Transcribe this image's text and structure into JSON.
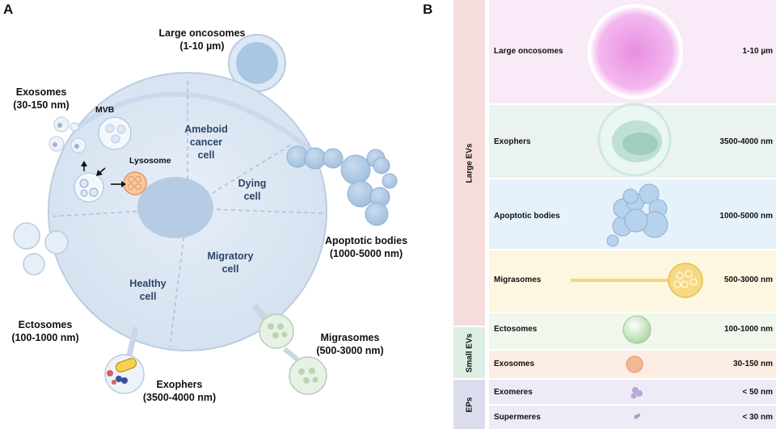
{
  "panels": {
    "a": "A",
    "b": "B"
  },
  "panel_a": {
    "large_oncosomes": {
      "name": "Large oncosomes",
      "size": "(1-10 µm)"
    },
    "exosomes": {
      "name": "Exosomes",
      "size": "(30-150 nm)"
    },
    "mvb": "MVB",
    "lysosome": "Lysosome",
    "ectosomes": {
      "name": "Ectosomes",
      "size": "(100-1000 nm)"
    },
    "exophers": {
      "name": "Exophers",
      "size": "(3500-4000 nm)"
    },
    "migrasomes": {
      "name": "Migrasomes",
      "size": "(500-3000 nm)"
    },
    "apoptotic_bodies": {
      "name": "Apoptotic bodies",
      "size": "(1000-5000 nm)"
    },
    "regions": {
      "ameboid": [
        "Ameboid",
        "cancer",
        "cell"
      ],
      "dying": [
        "Dying",
        "cell"
      ],
      "migratory": [
        "Migratory",
        "cell"
      ],
      "healthy": [
        "Healthy",
        "cell"
      ]
    }
  },
  "panel_b": {
    "groups": [
      "Large EVs",
      "Small EVs",
      "EPs"
    ],
    "rows": [
      {
        "name": "Large oncosomes",
        "size": "1-10 µm",
        "color": "#f8eaf6"
      },
      {
        "name": "Exophers",
        "size": "3500-4000 nm",
        "color": "#eaf3ef"
      },
      {
        "name": "Apoptotic bodies",
        "size": "1000-5000 nm",
        "color": "#e6f2fb"
      },
      {
        "name": "Migrasomes",
        "size": "500-3000 nm",
        "color": "#fdf6e0"
      },
      {
        "name": "Ectosomes",
        "size": "100-1000 nm",
        "color": "#f0f7ec"
      },
      {
        "name": "Exosomes",
        "size": "30-150 nm",
        "color": "#fbece4"
      },
      {
        "name": "Exomeres",
        "size": "< 50 nm",
        "color": "#eeebf6"
      },
      {
        "name": "Supermeres",
        "size": "< 30 nm",
        "color": "#eeebf6"
      }
    ],
    "group_colors": [
      "#f6dcdc",
      "#ddeee4",
      "#dcdcef"
    ]
  }
}
